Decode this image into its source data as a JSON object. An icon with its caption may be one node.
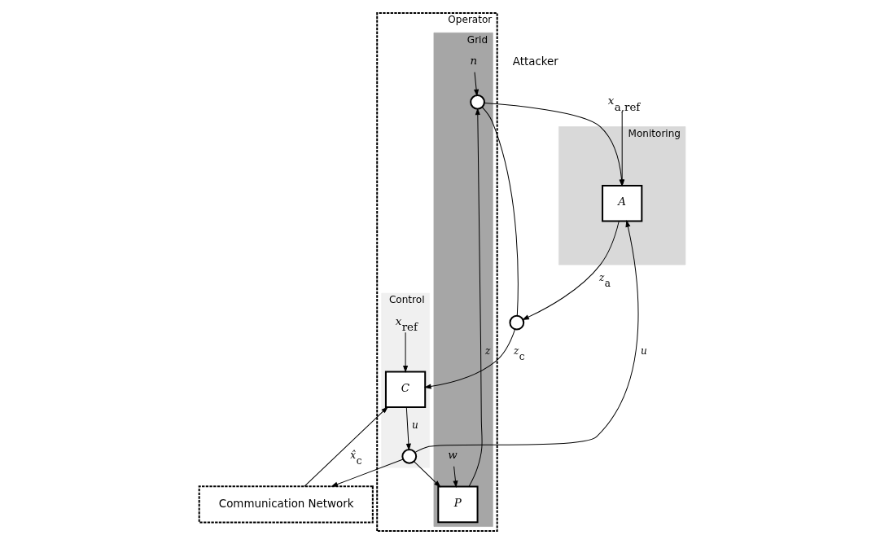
{
  "diagram": {
    "nodes": [
      {
        "text": [
          "Operator"
        ]
      },
      {
        "text": [
          "Grid"
        ],
        "in": 0
      },
      {
        "text": [
          "n"
        ],
        "in": 1
      },
      {
        "text": [],
        "shape": "circle",
        "in": 1
      },
      {
        "text": [
          "P"
        ],
        "in": 1
      },
      {
        "text": [
          "w"
        ],
        "in": 1
      },
      {
        "text": [
          "Monitoring"
        ]
      },
      {
        "text": [
          "x$_{a,ref}$"
        ]
      },
      {
        "text": [
          "A"
        ],
        "in": 6
      },
      {
        "text": [
          "Communication Network"
        ]
      },
      {
        "text": [],
        "shape": "circle"
      },
      {
        "text": [
          "Control"
        ],
        "in": 0
      },
      {
        "text": [
          "x$_{ref}$"
        ],
        "in": 11
      },
      {
        "text": [
          "C"
        ],
        "in": 11
      },
      {
        "text": [],
        "shape": "circle",
        "in": 11
      }
    ],
    "edges": [
      {
        "from": 2,
        "to": 3,
        "arrow": "to"
      },
      {
        "from": 5,
        "to": 4,
        "arrow": "to"
      },
      {
        "from": 4,
        "to": 3,
        "arrow": "to",
        "label": "z"
      },
      {
        "from": 3,
        "to": 8,
        "arrow": "to"
      },
      {
        "from": 7,
        "to": 8,
        "arrow": "to"
      },
      {
        "from": 3,
        "to": 10,
        "arrow": "none"
      },
      {
        "from": 8,
        "to": 10,
        "arrow": "to",
        "label": "z$_{a}$"
      },
      {
        "from": 10,
        "to": 13,
        "arrow": "to",
        "label": "z$_{c}$"
      },
      {
        "from": 12,
        "to": 13,
        "arrow": "to"
      },
      {
        "from": 9,
        "to": 13,
        "arrow": "to",
        "label": "x̂$_{c}$"
      },
      {
        "from": 13,
        "to": 14,
        "arrow": "to",
        "label": "u"
      },
      {
        "from": 14,
        "to": 4,
        "arrow": "to"
      },
      {
        "from": 14,
        "to": 9,
        "arrow": "to"
      },
      {
        "from": 14,
        "to": 8,
        "arrow": "to",
        "label": "u"
      }
    ],
    "labels": [
      "Attacker"
    ]
  }
}
